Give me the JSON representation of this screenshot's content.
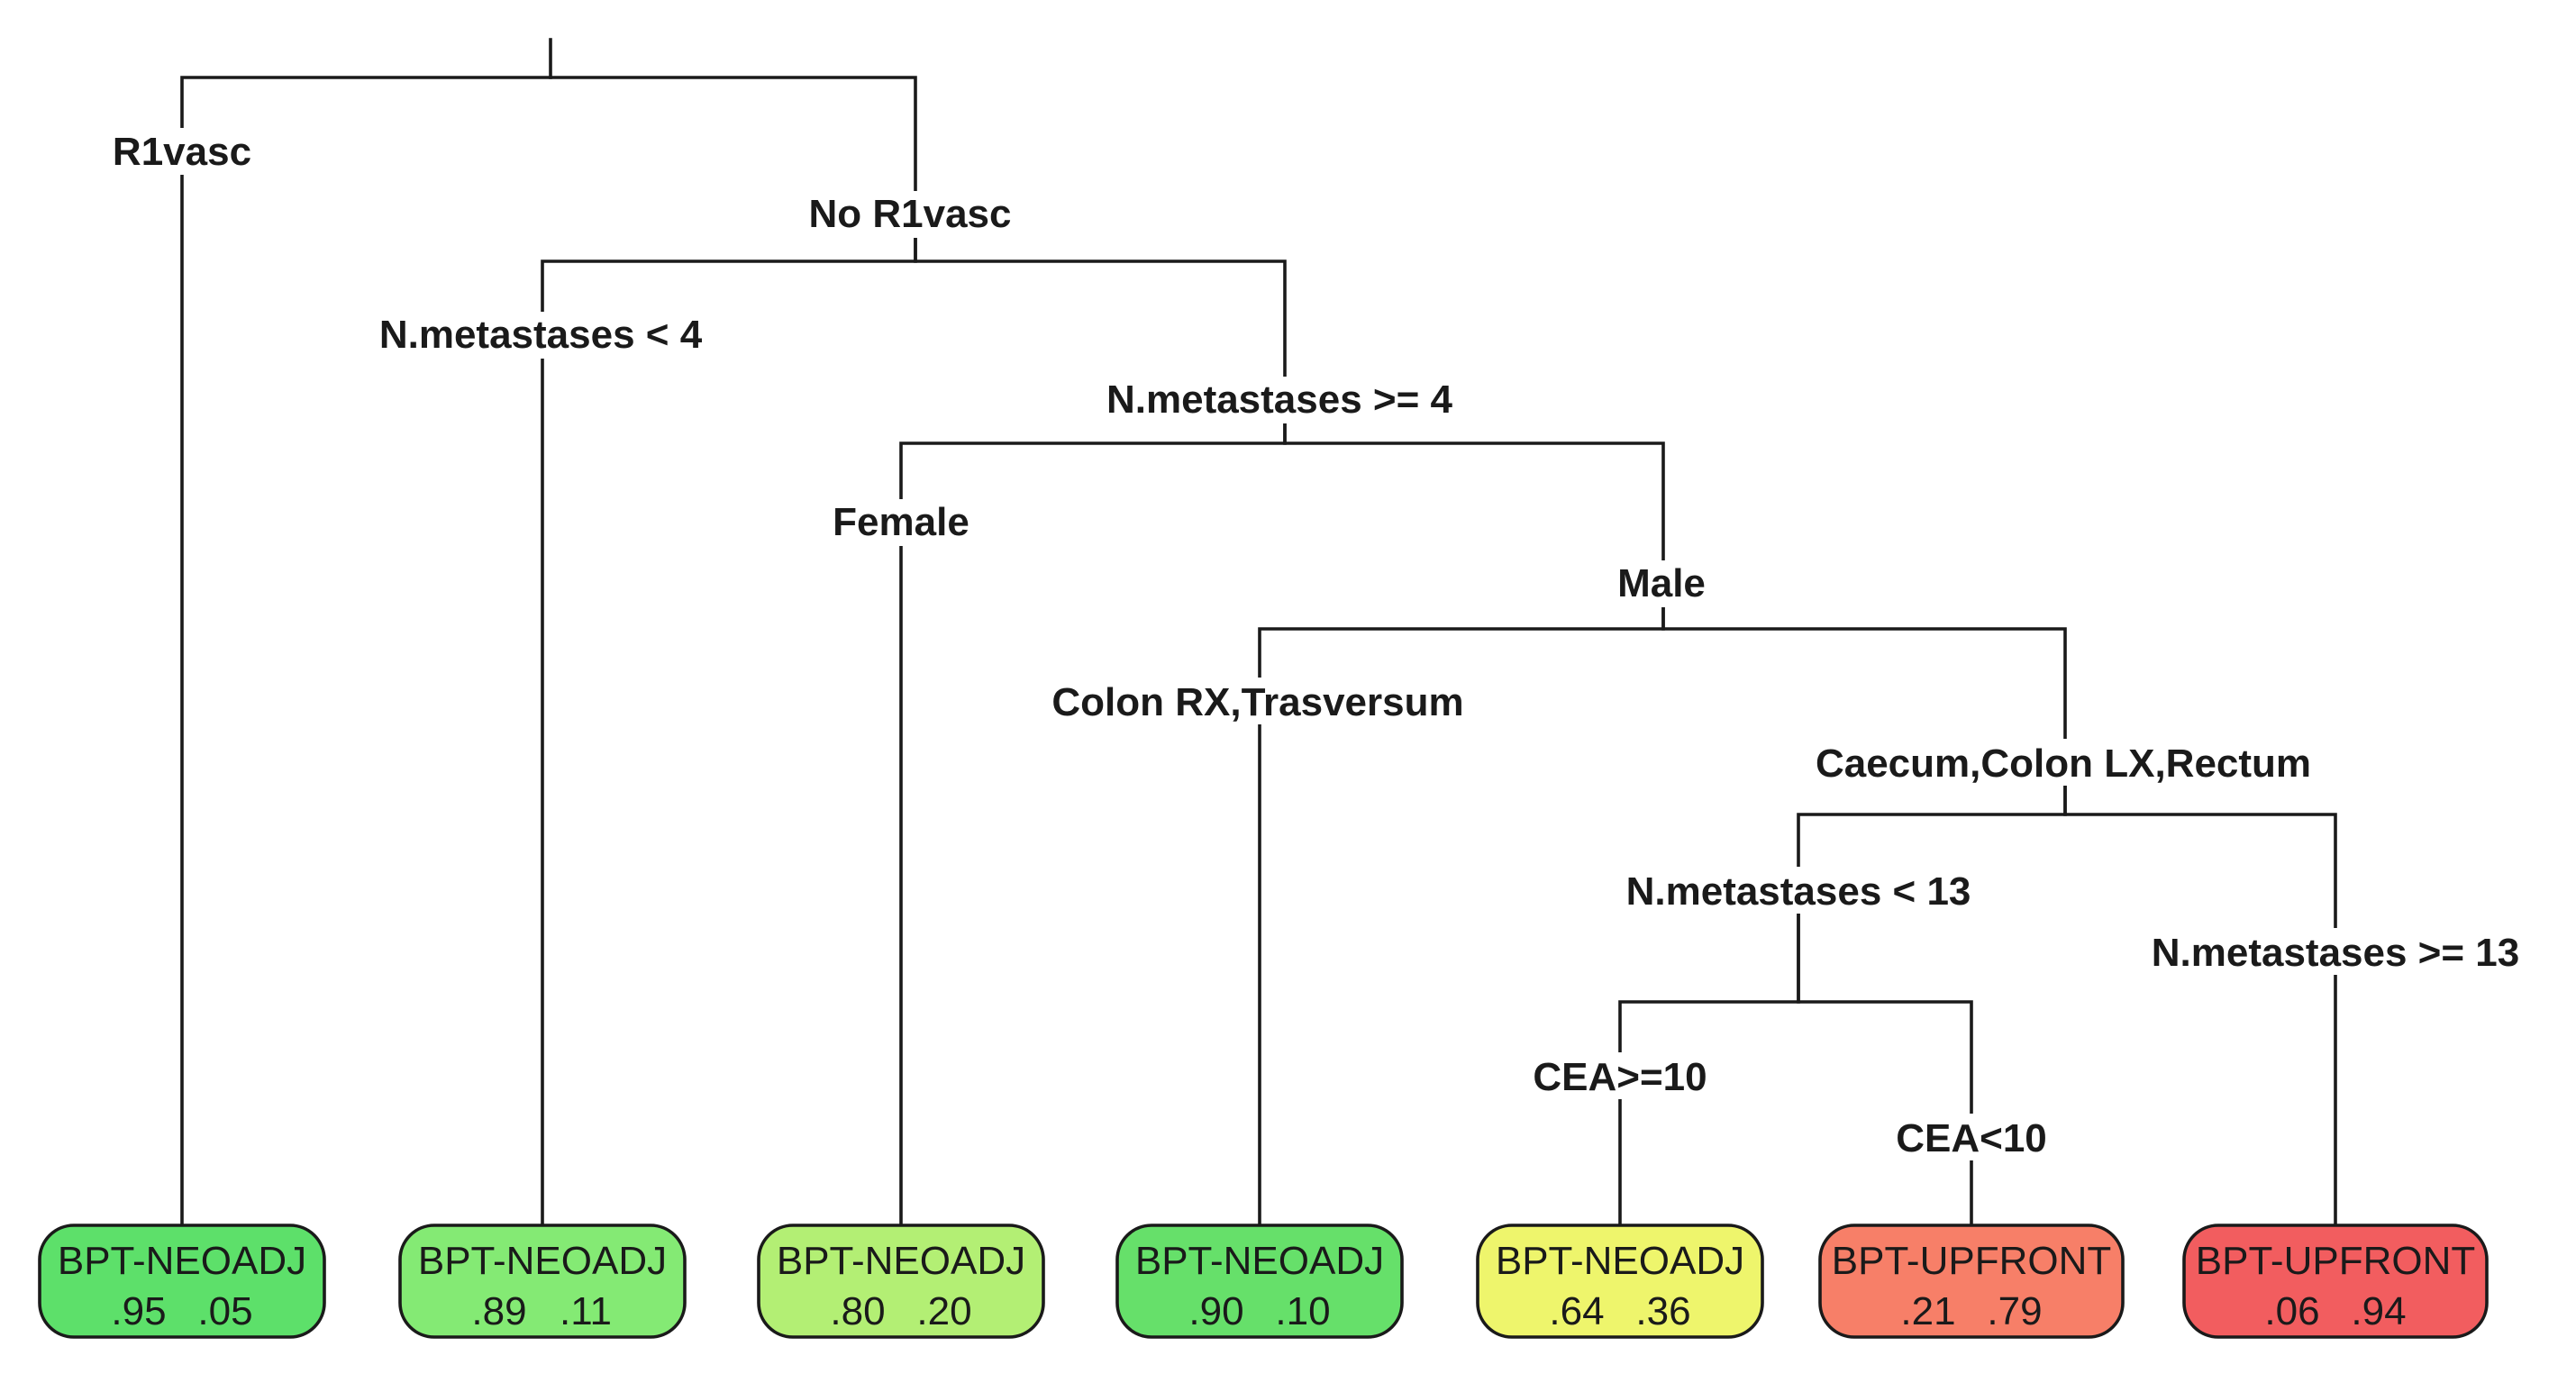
{
  "splits": {
    "r1vasc": "R1vasc",
    "no_r1vasc": "No R1vasc",
    "nmet_lt4": "N.metastases < 4",
    "nmet_ge4": "N.metastases >= 4",
    "female": "Female",
    "male": "Male",
    "colon_rx": "Colon RX,Trasversum",
    "caecum": "Caecum,Colon LX,Rectum",
    "nmet_lt13": "N.metastases < 13",
    "nmet_ge13": "N.metastases >= 13",
    "cea_ge10": "CEA>=10",
    "cea_lt10": "CEA<10"
  },
  "leaves": [
    {
      "class": "BPT-NEOADJ",
      "p1": ".95",
      "p2": ".05",
      "color": "#5de06a"
    },
    {
      "class": "BPT-NEOADJ",
      "p1": ".89",
      "p2": ".11",
      "color": "#84ea74"
    },
    {
      "class": "BPT-NEOADJ",
      "p1": ".80",
      "p2": ".20",
      "color": "#b3ef74"
    },
    {
      "class": "BPT-NEOADJ",
      "p1": ".90",
      "p2": ".10",
      "color": "#66e06a"
    },
    {
      "class": "BPT-NEOADJ",
      "p1": ".64",
      "p2": ".36",
      "color": "#eef56c"
    },
    {
      "class": "BPT-UPFRONT",
      "p1": ".21",
      "p2": ".79",
      "color": "#f77f68"
    },
    {
      "class": "BPT-UPFRONT",
      "p1": ".06",
      "p2": ".94",
      "color": "#f25d5f"
    }
  ]
}
